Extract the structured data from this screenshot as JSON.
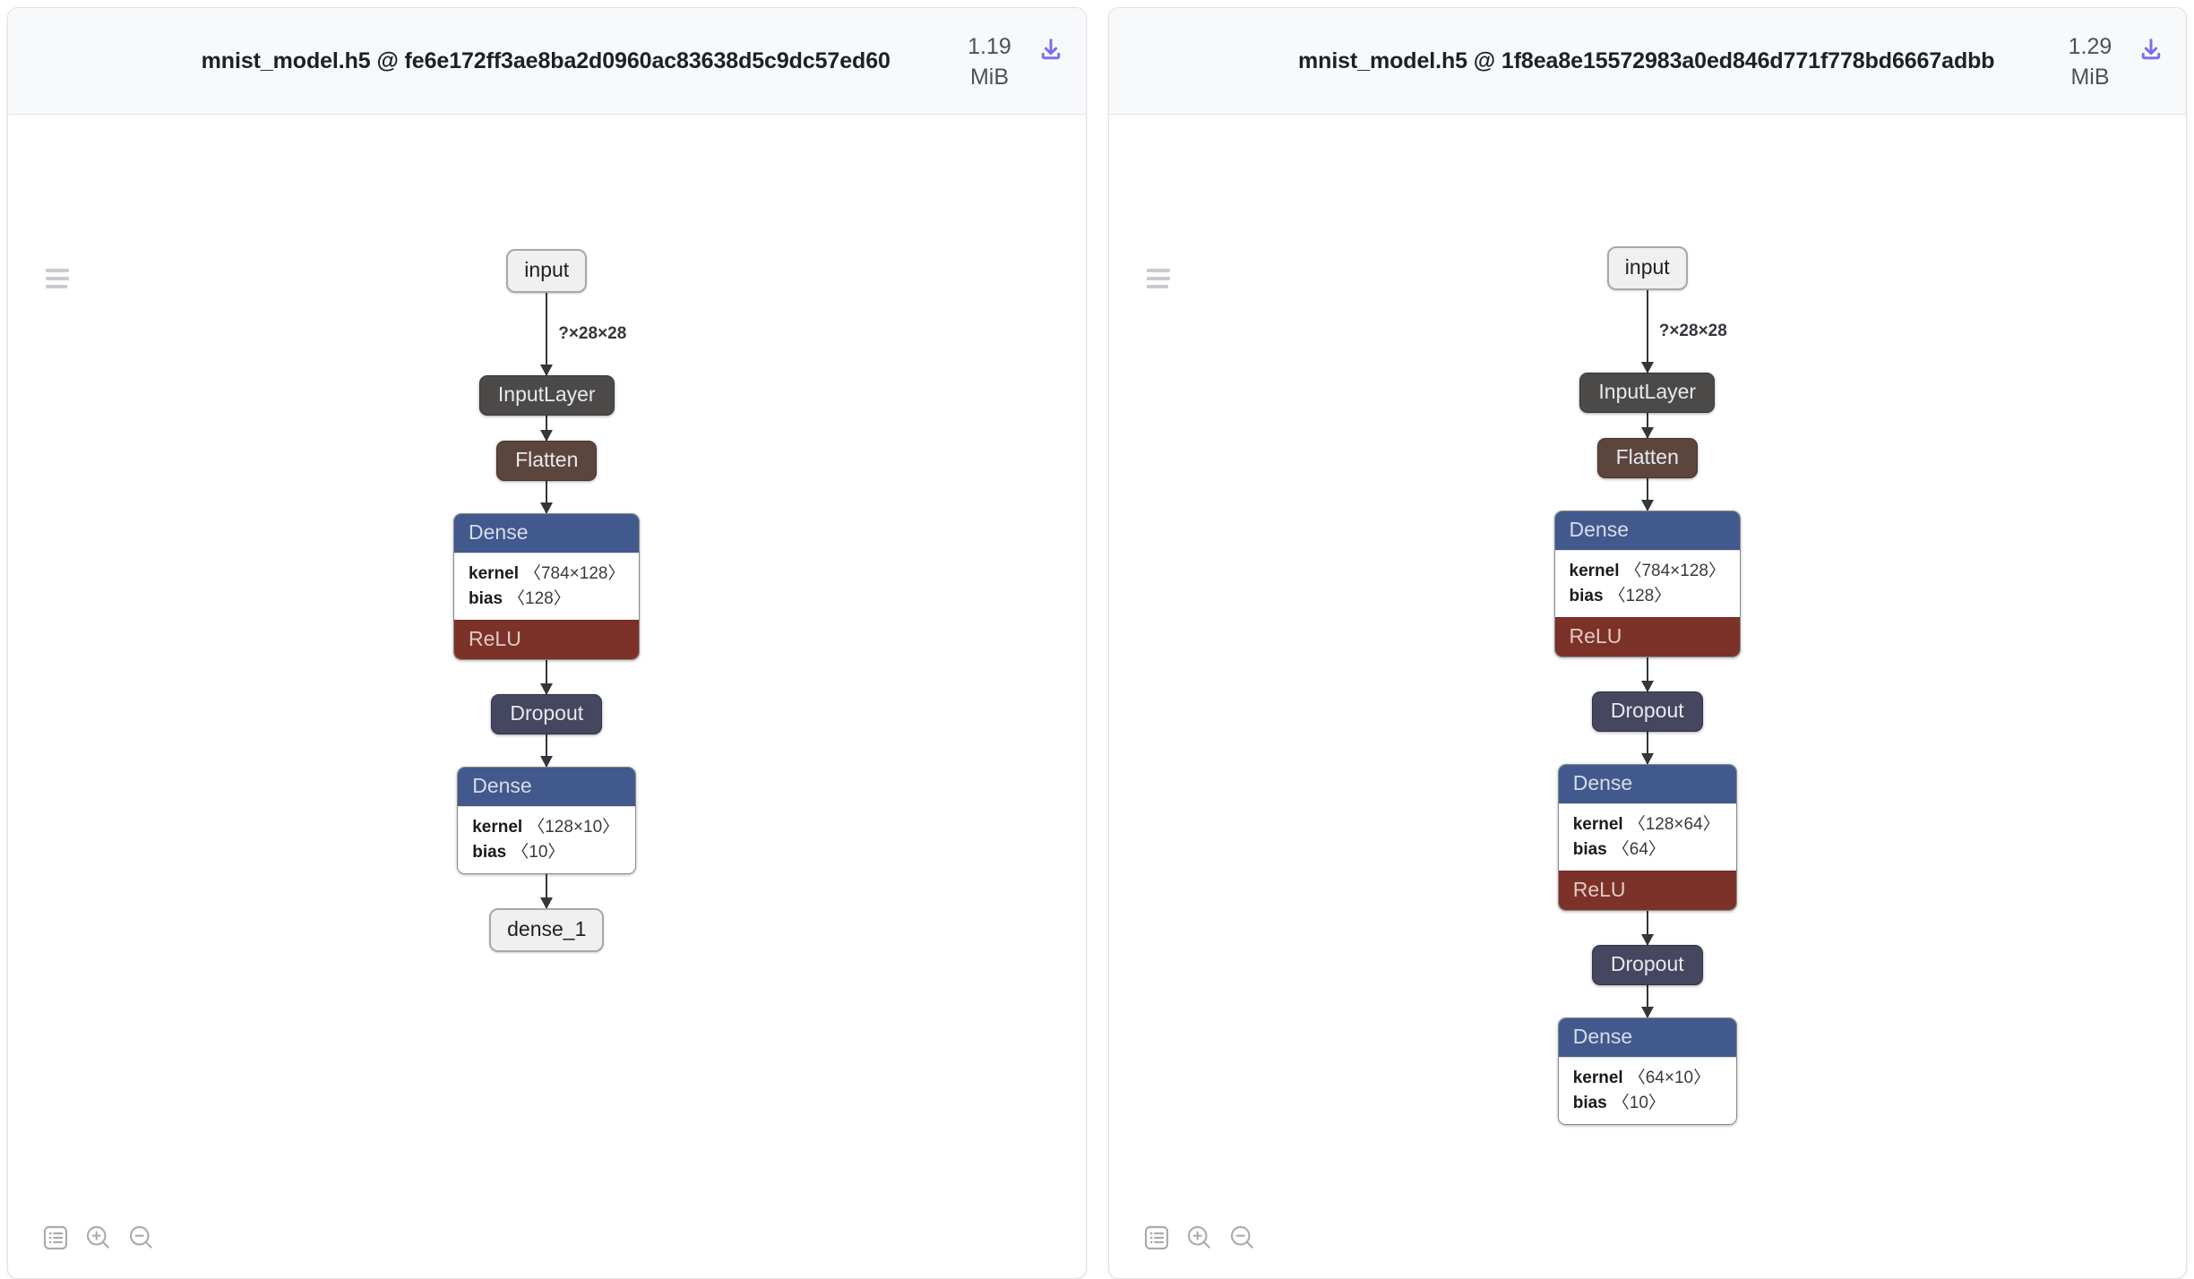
{
  "panels": [
    {
      "header": {
        "title": "mnist_model.h5 @ fe6e172ff3ae8ba2d0960ac83638d5c9dc57ed60",
        "size_value": "1.19",
        "size_unit": "MiB",
        "download_icon": "download-icon",
        "menu_icon": "hamburger-menu-icon"
      },
      "graph": {
        "nodes": [
          {
            "kind": "pill",
            "label": "input"
          },
          {
            "kind": "solid",
            "label": "InputLayer",
            "color": "#4c4a49"
          },
          {
            "kind": "solid",
            "label": "Flatten",
            "color": "#5c453d"
          },
          {
            "kind": "block",
            "label": "Dense",
            "head_color": "#41598d",
            "rows": [
              {
                "name": "kernel",
                "dim": "〈784×128〉"
              },
              {
                "name": "bias",
                "dim": "〈128〉"
              }
            ],
            "activation": "ReLU",
            "activation_color": "#7c3228"
          },
          {
            "kind": "solid",
            "label": "Dropout",
            "color": "#454660"
          },
          {
            "kind": "block",
            "label": "Dense",
            "head_color": "#41598d",
            "rows": [
              {
                "name": "kernel",
                "dim": "〈128×10〉"
              },
              {
                "name": "bias",
                "dim": "〈10〉"
              }
            ],
            "activation": null,
            "activation_color": null
          },
          {
            "kind": "pill",
            "label": "dense_1"
          }
        ],
        "edges": [
          {
            "label": "?×28×28",
            "length": 92
          },
          {
            "label": "",
            "length": 28
          },
          {
            "label": "",
            "length": 36
          },
          {
            "label": "",
            "length": 38
          },
          {
            "label": "",
            "length": 36
          },
          {
            "label": "",
            "length": 38
          }
        ]
      },
      "toolbar": {
        "properties_icon": "properties-list-icon",
        "zoom_in_icon": "zoom-in-icon",
        "zoom_out_icon": "zoom-out-icon"
      }
    },
    {
      "header": {
        "title": "mnist_model.h5 @ 1f8ea8e15572983a0ed846d771f778bd6667adbb",
        "size_value": "1.29",
        "size_unit": "MiB",
        "download_icon": "download-icon",
        "menu_icon": "hamburger-menu-icon"
      },
      "graph": {
        "nodes": [
          {
            "kind": "pill",
            "label": "input"
          },
          {
            "kind": "solid",
            "label": "InputLayer",
            "color": "#4c4a49"
          },
          {
            "kind": "solid",
            "label": "Flatten",
            "color": "#5c453d"
          },
          {
            "kind": "block",
            "label": "Dense",
            "head_color": "#41598d",
            "rows": [
              {
                "name": "kernel",
                "dim": "〈784×128〉"
              },
              {
                "name": "bias",
                "dim": "〈128〉"
              }
            ],
            "activation": "ReLU",
            "activation_color": "#7c3228"
          },
          {
            "kind": "solid",
            "label": "Dropout",
            "color": "#454660"
          },
          {
            "kind": "block",
            "label": "Dense",
            "head_color": "#41598d",
            "rows": [
              {
                "name": "kernel",
                "dim": "〈128×64〉"
              },
              {
                "name": "bias",
                "dim": "〈64〉"
              }
            ],
            "activation": "ReLU",
            "activation_color": "#7c3228"
          },
          {
            "kind": "solid",
            "label": "Dropout",
            "color": "#454660"
          },
          {
            "kind": "block",
            "label": "Dense",
            "head_color": "#41598d",
            "rows": [
              {
                "name": "kernel",
                "dim": "〈64×10〉"
              },
              {
                "name": "bias",
                "dim": "〈10〉"
              }
            ],
            "activation": null,
            "activation_color": null
          }
        ],
        "edges": [
          {
            "label": "?×28×28",
            "length": 92
          },
          {
            "label": "",
            "length": 28
          },
          {
            "label": "",
            "length": 36
          },
          {
            "label": "",
            "length": 38
          },
          {
            "label": "",
            "length": 36
          },
          {
            "label": "",
            "length": 38
          },
          {
            "label": "",
            "length": 36
          }
        ]
      },
      "toolbar": {
        "properties_icon": "properties-list-icon",
        "zoom_in_icon": "zoom-in-icon",
        "zoom_out_icon": "zoom-out-icon"
      }
    }
  ],
  "colors": {
    "accent": "#7c6df2",
    "dense_header": "#41598d",
    "relu": "#7c3228",
    "dropout": "#454660",
    "input_layer": "#4c4a49",
    "flatten": "#5c453d",
    "edge": "#33363a"
  }
}
